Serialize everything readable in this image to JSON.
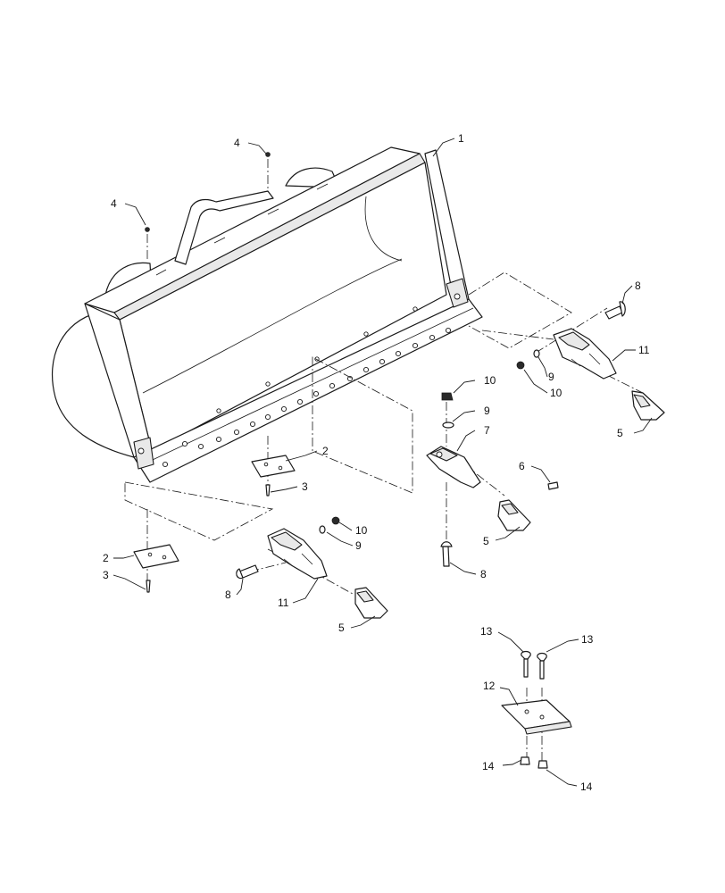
{
  "callouts": {
    "c1": "1",
    "c2a": "2",
    "c2b": "2",
    "c3a": "3",
    "c3b": "3",
    "c4a": "4",
    "c4b": "4",
    "c5a": "5",
    "c5b": "5",
    "c5c": "5",
    "c6": "6",
    "c7": "7",
    "c8a": "8",
    "c8b": "8",
    "c8c": "8",
    "c9a": "9",
    "c9b": "9",
    "c9c": "9",
    "c10a": "10",
    "c10b": "10",
    "c10c": "10",
    "c11a": "11",
    "c11b": "11",
    "c12": "12",
    "c13a": "13",
    "c13b": "13",
    "c14a": "14",
    "c14b": "14"
  }
}
